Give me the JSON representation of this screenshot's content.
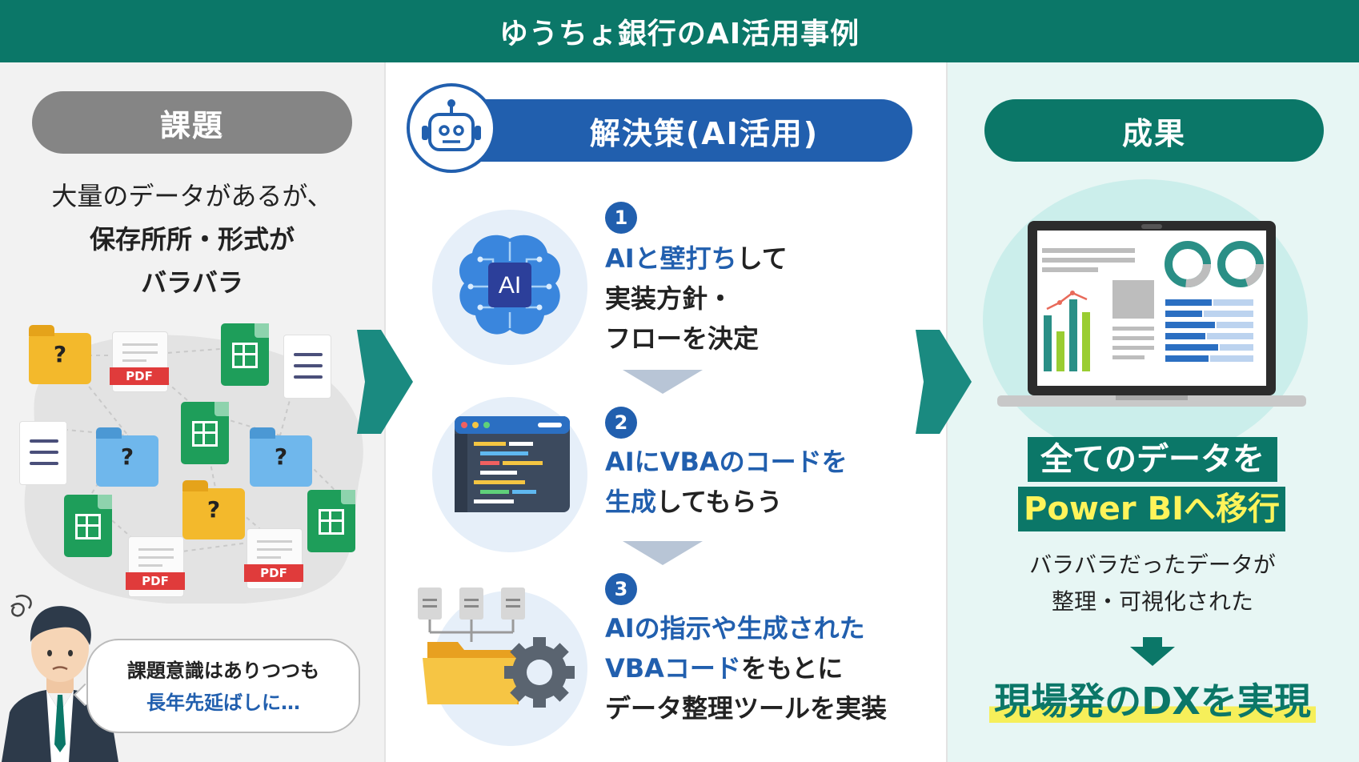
{
  "header": {
    "title": "ゆうちょ銀行のAI活用事例"
  },
  "issue": {
    "label": "課題",
    "line1": "大量のデータがあるが、",
    "line2": "保存所所・形式が",
    "line3": "バラバラ",
    "files": {
      "pdf_label": "PDF",
      "question_mark": "?"
    },
    "speech": {
      "line1": "課題意識はありつつも",
      "line2": "長年先延ばしに…"
    }
  },
  "solution": {
    "label": "解決策(AI活用)",
    "steps": [
      {
        "number": "1",
        "line1_blue": "AIと壁打ち",
        "line1_dark": "して",
        "line2": "実装方針・",
        "line3": "フローを決定",
        "icon_text": "AI"
      },
      {
        "number": "2",
        "line1_blue": "AIにVBAのコードを",
        "line2_blue": "生成",
        "line2_dark": "してもらう"
      },
      {
        "number": "3",
        "line1_blue": "AIの指示や生成された",
        "line2_blue": "VBAコード",
        "line2_dark": "をもとに",
        "line3": "データ整理ツールを実装"
      }
    ]
  },
  "result": {
    "label": "成果",
    "highlight1": "全てのデータを",
    "highlight2": "Power BIへ移行",
    "sub1": "バラバラだったデータが",
    "sub2": "整理・可視化された",
    "final": "現場発のDXを実現"
  },
  "colors": {
    "teal": "#0b7768",
    "blue": "#215fae",
    "gray": "#858585",
    "yellow": "#fff45a"
  }
}
